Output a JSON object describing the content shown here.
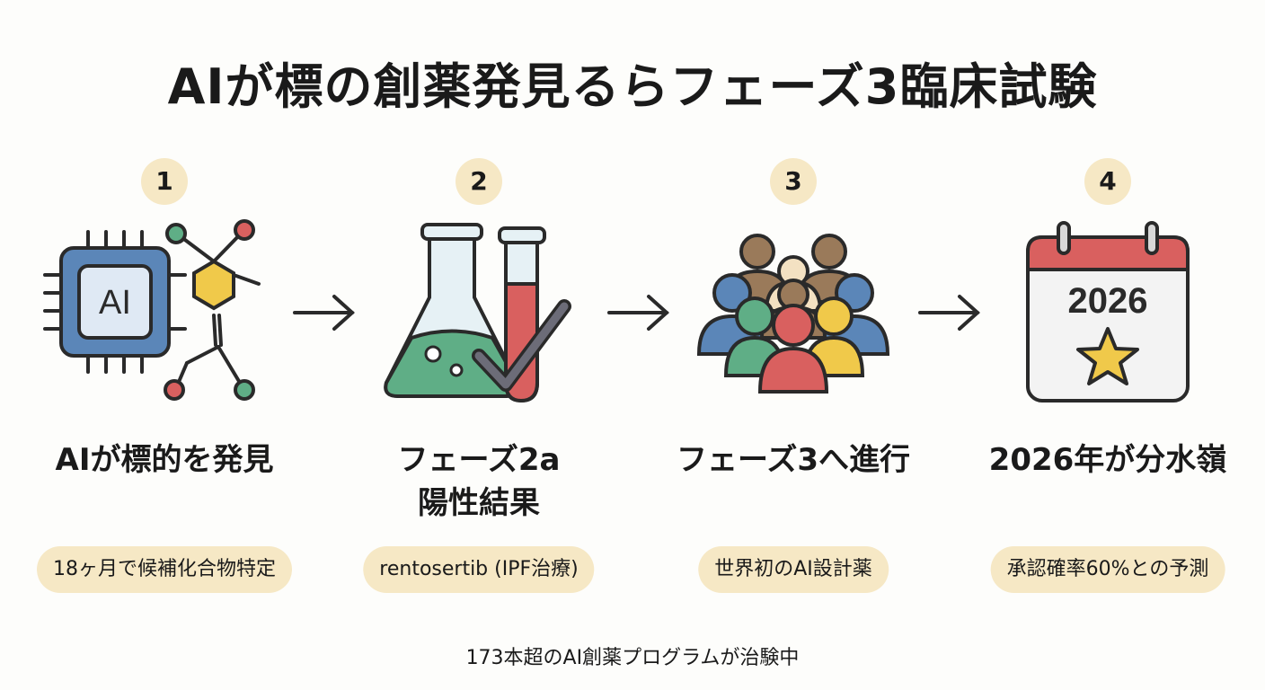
{
  "title": "AIが標の創薬発見るらフェーズ3臨床試験",
  "steps": [
    {
      "number": "1",
      "label": "AIが標的を発見",
      "pill": "18ヶ月で候補化合物特定",
      "icon": "ai-chip-molecule-icon",
      "chip_text": "AI"
    },
    {
      "number": "2",
      "label": "フェーズ2a\n陽性結果",
      "pill": "rentosertib (IPF治療)",
      "icon": "flask-checkmark-icon"
    },
    {
      "number": "3",
      "label": "フェーズ3へ進行",
      "pill": "世界初のAI設計薬",
      "icon": "people-group-icon"
    },
    {
      "number": "4",
      "label": "2026年が分水嶺",
      "pill": "承認確率60%との予測",
      "icon": "calendar-star-icon",
      "calendar_year": "2026"
    }
  ],
  "footer": "173本超のAI創薬プログラムが治験中",
  "colors": {
    "badge_bg": "#f6e8c5",
    "blue": "#5b86b8",
    "green": "#5fae86",
    "red": "#d9605f",
    "yellow": "#f0c94a",
    "brown": "#9a7a5a"
  }
}
